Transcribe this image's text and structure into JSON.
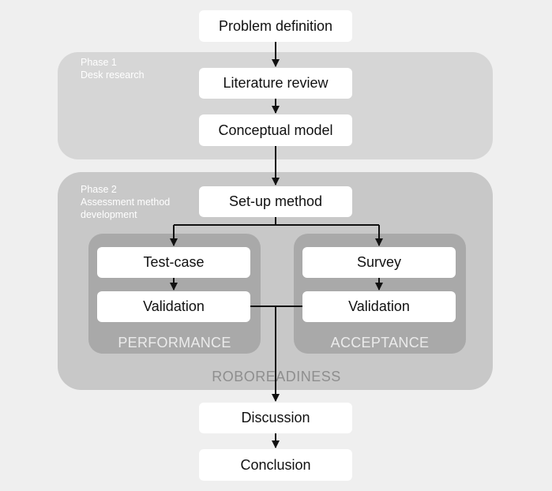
{
  "boxes": {
    "problem_definition": "Problem definition",
    "literature_review": "Literature review",
    "conceptual_model": "Conceptual model",
    "setup_method": "Set-up method",
    "test_case": "Test-case",
    "validation_left": "Validation",
    "survey": "Survey",
    "validation_right": "Validation",
    "discussion": "Discussion",
    "conclusion": "Conclusion"
  },
  "phase1": {
    "title": "Phase 1",
    "subtitle": "Desk research"
  },
  "phase2": {
    "title": "Phase 2",
    "subtitle_line1": "Assessment method",
    "subtitle_line2": "development"
  },
  "groups": {
    "performance": "PERFORMANCE",
    "acceptance": "ACCEPTANCE",
    "overall": "ROBOREADINESS"
  },
  "colors": {
    "background": "#efefef",
    "phase1_region": "#d6d6d6",
    "phase2_region": "#c8c8c8",
    "inner_group": "#a9a9a9",
    "box": "#ffffff",
    "arrow": "#111111"
  }
}
